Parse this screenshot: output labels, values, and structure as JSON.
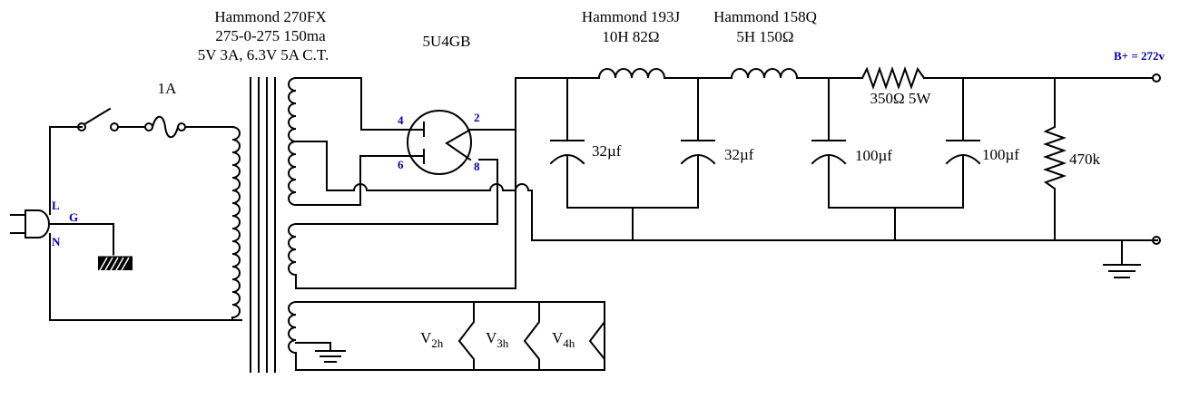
{
  "transformer": {
    "line1": "Hammond 270FX",
    "line2": "275-0-275 150ma",
    "line3": "5V 3A, 6.3V 5A C.T."
  },
  "fuse_label": "1A",
  "rectifier_label": "5U4GB",
  "pins": {
    "p4": "4",
    "p2": "2",
    "p6": "6",
    "p8": "8"
  },
  "plug_labels": {
    "L": "L",
    "G": "G",
    "N": "N"
  },
  "choke1": {
    "line1": "Hammond 193J",
    "line2": "10H 82Ω"
  },
  "choke2": {
    "line1": "Hammond 158Q",
    "line2": "5H 150Ω"
  },
  "capacitors": {
    "c1": "32µf",
    "c2": "32µf",
    "c3": "100µf",
    "c4": "100µf"
  },
  "resistor_label": "350Ω  5W",
  "bleeder_label": "470k",
  "bplus_label": "B+ = 272v",
  "heaters": {
    "v2": "V",
    "v2sub": "2h",
    "v3": "V",
    "v3sub": "3h",
    "v4": "V",
    "v4sub": "4h"
  }
}
